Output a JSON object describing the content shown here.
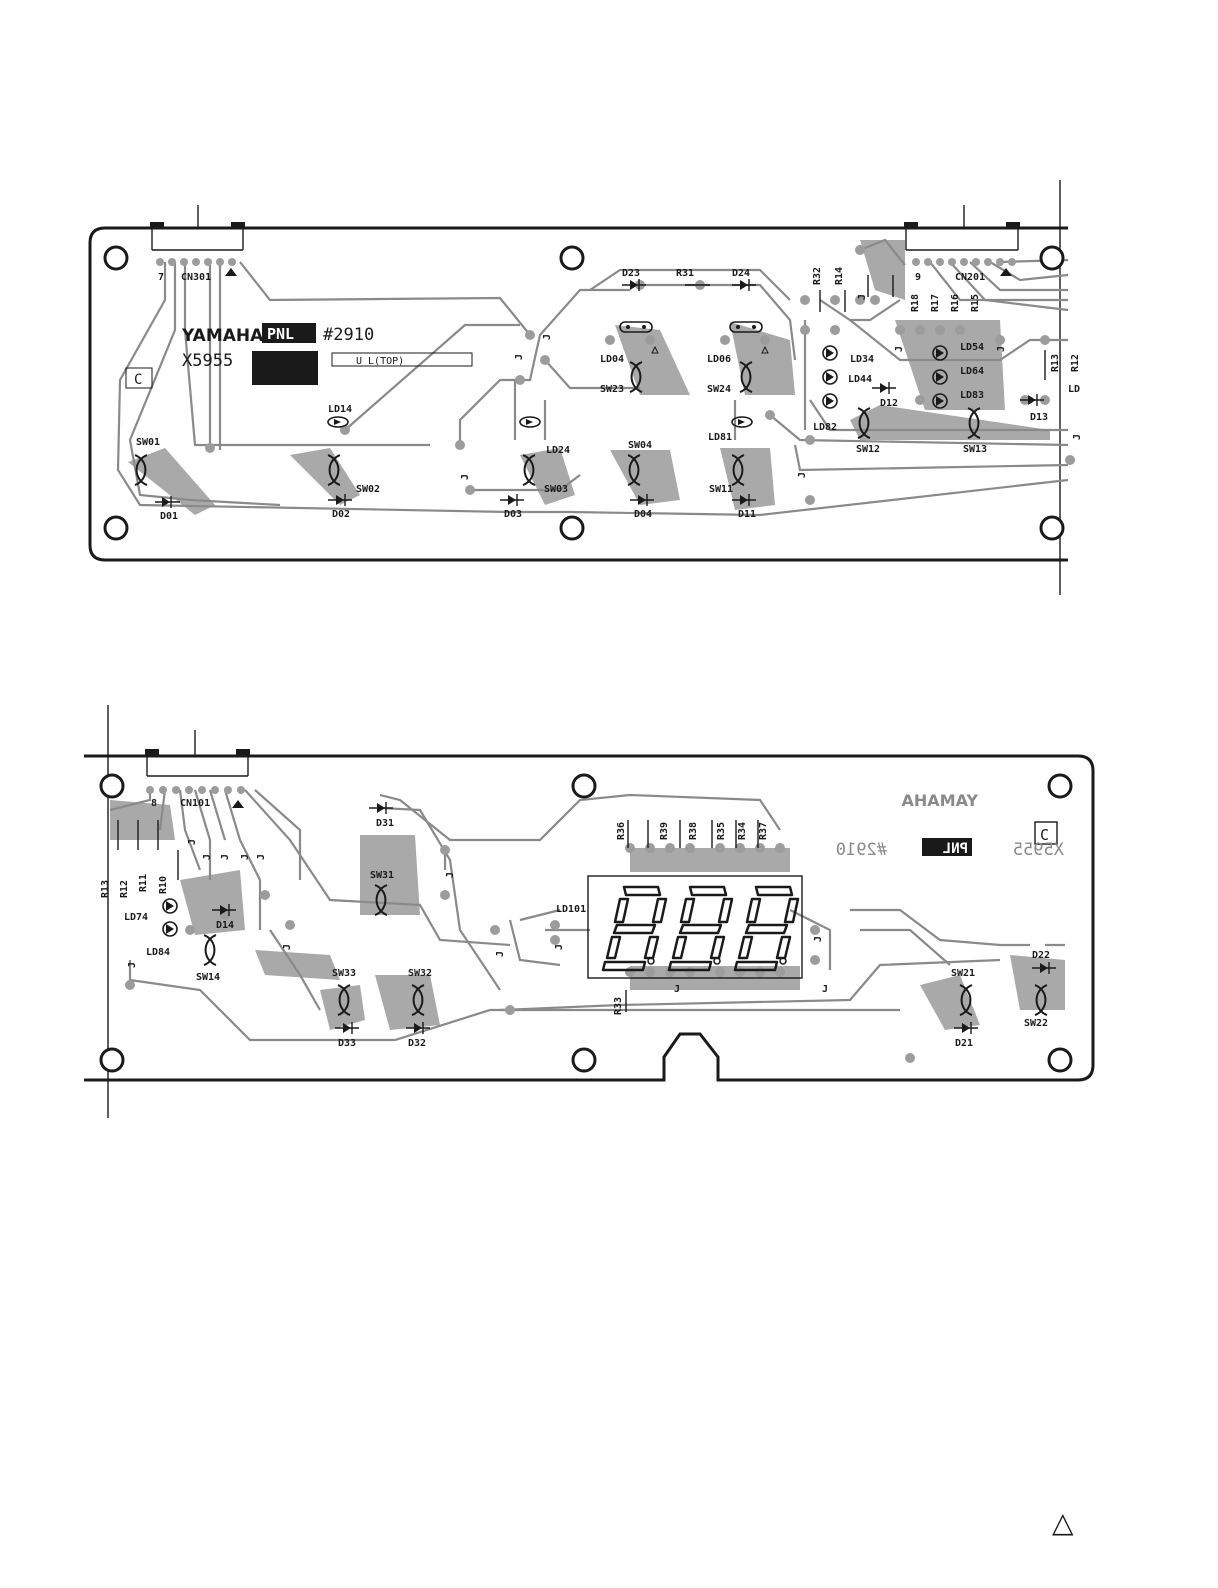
{
  "top_board": {
    "brand": "YAMAHA",
    "pnl": "PNL",
    "board_no": "#2910",
    "part_no": "X5955",
    "side_label": "U L(TOP)",
    "c_mark": "C",
    "connectors": [
      {
        "ref": "CN301",
        "pin": "7"
      },
      {
        "ref": "CN201",
        "pin": "9"
      }
    ],
    "labels": [
      "D23",
      "R31",
      "D24",
      "R32",
      "R14",
      "R18",
      "R17",
      "R16",
      "R15",
      "LD04",
      "LD06",
      "SW23",
      "SW24",
      "LD34",
      "LD44",
      "LD54",
      "LD64",
      "LD83",
      "D12",
      "D13",
      "R13",
      "R12",
      "LD",
      "LD14",
      "LD24",
      "LD81",
      "LD82",
      "SW12",
      "SW13",
      "SW01",
      "SW02",
      "SW03",
      "SW04",
      "SW11",
      "D01",
      "D02",
      "D03",
      "D04",
      "D11",
      "J"
    ]
  },
  "bottom_board": {
    "brand": "YAMAHA",
    "pnl": "PNL",
    "board_no": "#2910",
    "part_no": "X5955",
    "c_mark": "C",
    "connector": {
      "ref": "CN101",
      "pin": "8"
    },
    "labels": [
      "D31",
      "R36",
      "R39",
      "R38",
      "R35",
      "R34",
      "R37",
      "R13",
      "R12",
      "R11",
      "R10",
      "LD74",
      "LD84",
      "D14",
      "SW14",
      "SW31",
      "SW33",
      "SW32",
      "D33",
      "D32",
      "LD101",
      "R33",
      "SW21",
      "SW22",
      "D21",
      "D22",
      "J"
    ]
  },
  "page_mark": "△",
  "colors": {
    "ink": "#1a1a1a",
    "copper": "#a9a9a9",
    "trace": "#8a8a8a"
  }
}
